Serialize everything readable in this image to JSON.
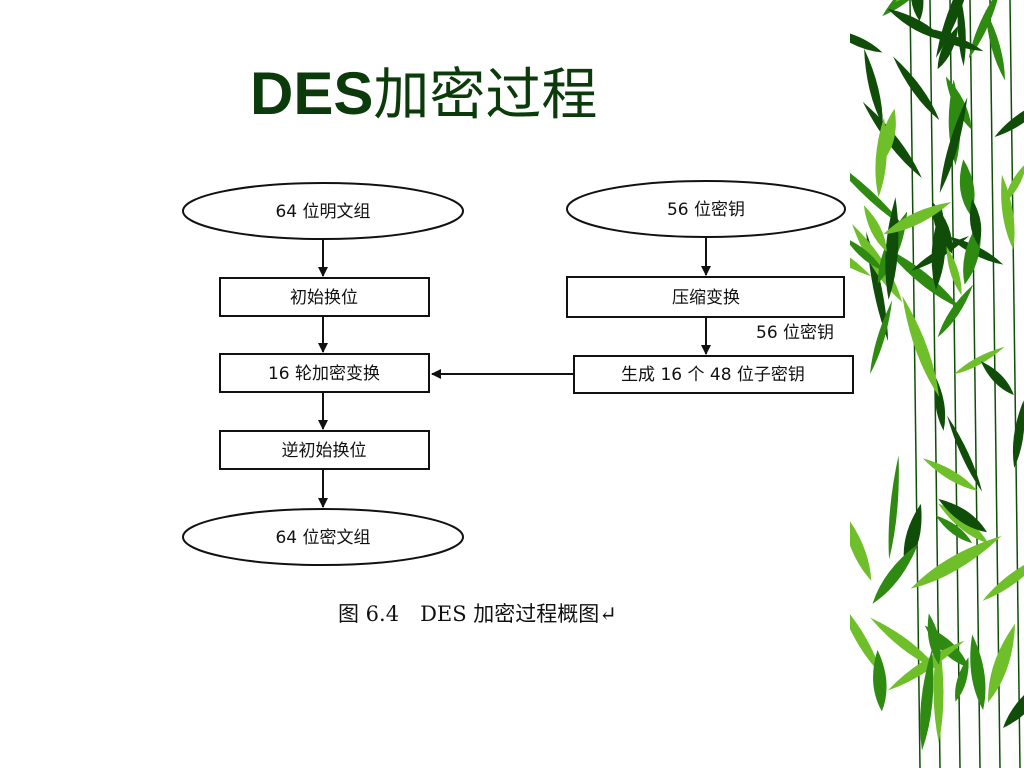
{
  "slide": {
    "title_latin": "DES",
    "title_cjk": "加密过程"
  },
  "diagram": {
    "nodes": {
      "plaintext": "64 位明文组",
      "initial_perm": "初始换位",
      "rounds": "16 轮加密变换",
      "inverse_perm": "逆初始换位",
      "ciphertext": "64 位密文组",
      "key56": "56 位密钥",
      "compress": "压缩变换",
      "subkeys": "生成 16 个 48 位子密钥"
    },
    "edge_labels": {
      "compress_to_subkeys": "56 位密钥"
    },
    "caption": "图 6.4　DES 加密过程概图↵"
  },
  "colors": {
    "title": "#0b3b0b",
    "bamboo_leaf": "#2f8a12",
    "bamboo_dark": "#0f4d08",
    "bamboo_light": "#6fbf2a"
  }
}
